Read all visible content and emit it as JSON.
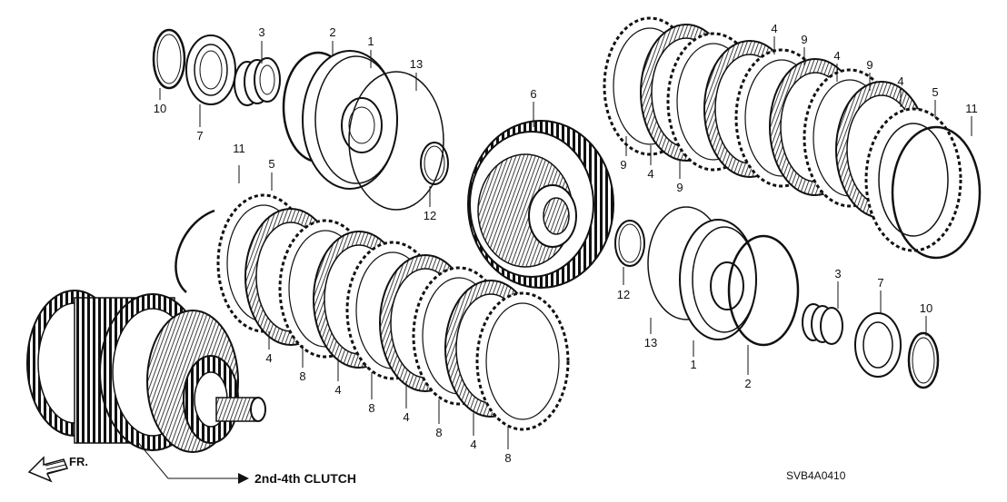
{
  "diagram": {
    "assembly_label": "2nd-4th CLUTCH",
    "diagram_code": "SVB4A0410",
    "direction_label": "FR.",
    "callouts": [
      "1",
      "2",
      "3",
      "4",
      "5",
      "6",
      "7",
      "8",
      "9",
      "10",
      "11",
      "12",
      "13"
    ],
    "colors": {
      "line": "#111111",
      "background": "#ffffff"
    }
  }
}
